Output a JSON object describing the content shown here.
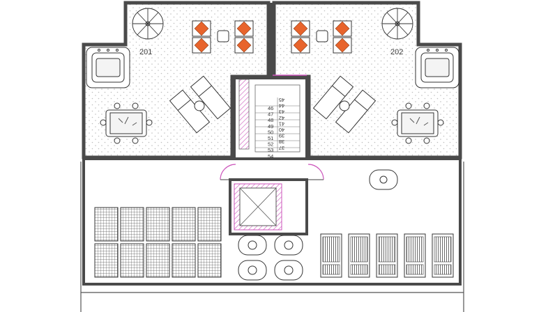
{
  "units": [
    {
      "number": "201"
    },
    {
      "number": "202"
    }
  ],
  "stair_steps": {
    "left_column": [
      "46",
      "47",
      "48",
      "49",
      "50",
      "51",
      "52",
      "53",
      "54"
    ],
    "right_column": [
      "45",
      "44",
      "43",
      "42",
      "41",
      "40",
      "39",
      "38",
      "37"
    ]
  },
  "colors": {
    "wall": "#4a4a4a",
    "terrace_dots": "#c8c8c8",
    "cushion_accent": "#e8642c",
    "elevator_hatch": "#cc55bb",
    "door_swing": "#cc55bb"
  }
}
